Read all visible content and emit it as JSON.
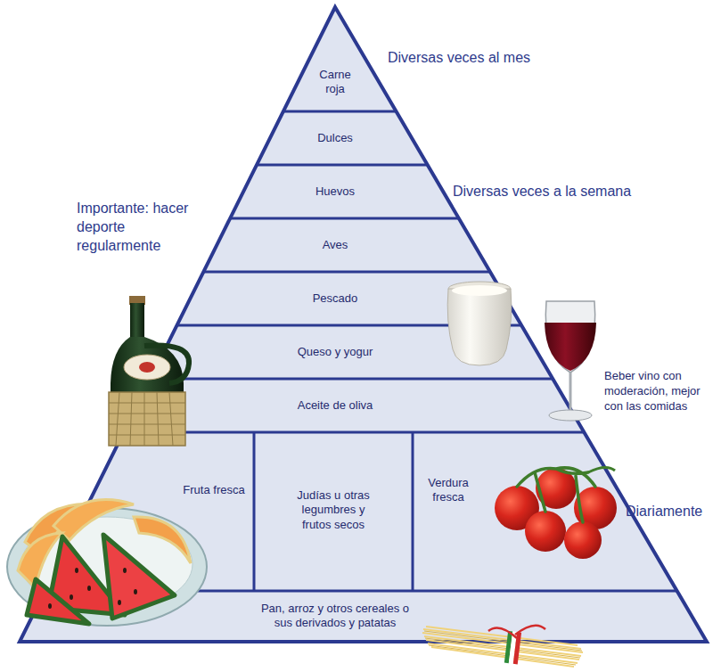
{
  "diagram": {
    "nodes": [
      {
        "text": [
          "Carne roja"
        ]
      },
      {
        "text": [
          "Dulces"
        ]
      },
      {
        "text": [
          "Huevos"
        ]
      },
      {
        "text": [
          "Aves"
        ]
      },
      {
        "text": [
          "Pescado"
        ]
      },
      {
        "text": [
          "Queso y yogur"
        ]
      },
      {
        "text": [
          "Aceite de oliva"
        ]
      },
      {
        "text": [
          "Fruta fresca"
        ]
      },
      {
        "text": [
          "Judías u otras legumbres y frutos secos"
        ]
      },
      {
        "text": [
          "Verdura fresca"
        ]
      },
      {
        "text": [
          "Pan, arroz y otros cereales o sus derivados y patatas"
        ]
      }
    ],
    "labels": [
      "Diversas veces al mes",
      "Diversas veces a la semana",
      "Importante: hacer deporte regularmente",
      "Beber vino con moderación, mejor con las comidas",
      "Diariamente"
    ]
  }
}
